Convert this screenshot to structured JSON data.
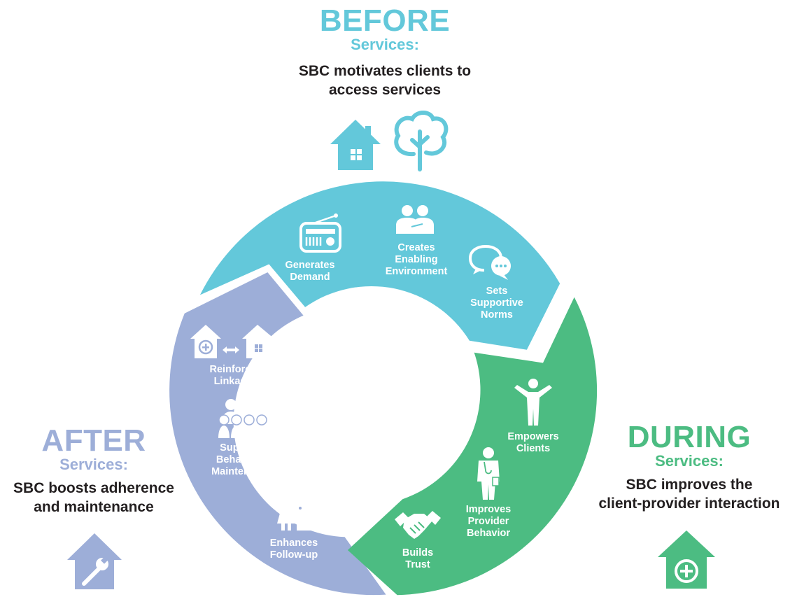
{
  "colors": {
    "before": "#63c8da",
    "during": "#4cbc82",
    "after": "#9daed8",
    "text_dark": "#231f20",
    "white": "#ffffff"
  },
  "before": {
    "heading": "BEFORE",
    "subheading": "Services:",
    "description_line1": "SBC motivates clients to",
    "description_line2": "access services",
    "icons": [
      "house-icon",
      "tree-icon"
    ]
  },
  "during": {
    "heading": "DURING",
    "subheading": "Services:",
    "description_line1": "SBC improves the",
    "description_line2": "client-provider interaction",
    "icons": [
      "clinic-house-icon"
    ]
  },
  "after": {
    "heading": "AFTER",
    "subheading": "Services:",
    "description_line1": "SBC boosts adherence",
    "description_line2": "and maintenance",
    "icons": [
      "wrench-house-icon"
    ]
  },
  "cycle": {
    "generates_demand": [
      "Generates",
      "Demand"
    ],
    "creates_enabling": [
      "Creates",
      "Enabling",
      "Environment"
    ],
    "sets_norms": [
      "Sets",
      "Supportive",
      "Norms"
    ],
    "empowers_clients": [
      "Empowers",
      "Clients"
    ],
    "improves_provider": [
      "Improves",
      "Provider",
      "Behavior"
    ],
    "builds_trust": [
      "Builds",
      "Trust"
    ],
    "enhances_followup": [
      "Enhances",
      "Follow-up"
    ],
    "supports_maintenance": [
      "Supports",
      "Behavioral",
      "Maintenance"
    ],
    "reinforces_linkages": [
      "Reinforces",
      "Linkages"
    ]
  }
}
